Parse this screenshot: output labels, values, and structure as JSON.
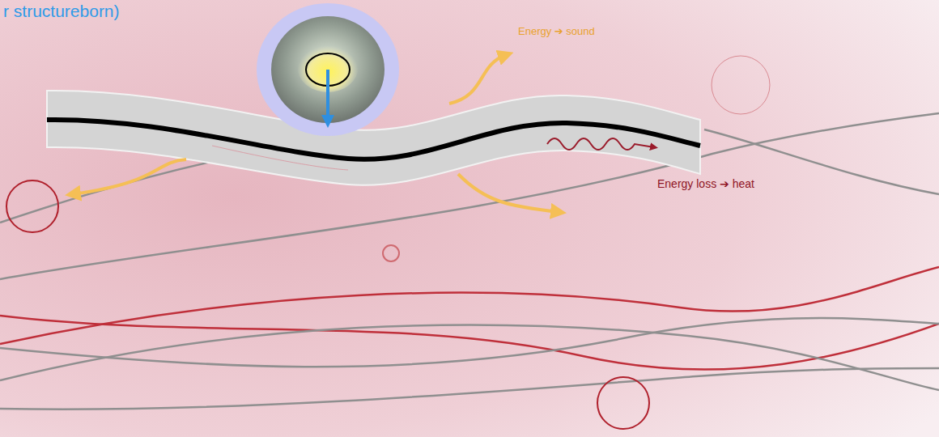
{
  "diagram": {
    "labels": [
      "r structureborn)",
      "Energy ➔ sound",
      "Energy loss ➔ heat"
    ]
  }
}
